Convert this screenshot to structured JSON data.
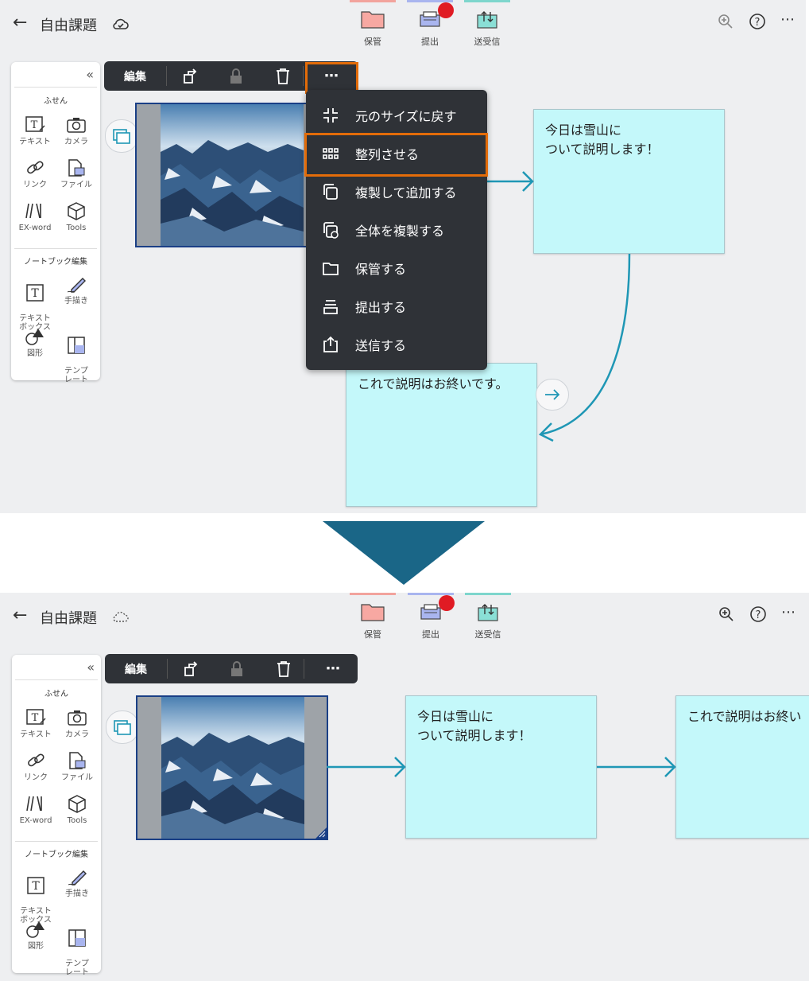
{
  "colors": {
    "canvas_bg": "#eeeff1",
    "toolbar_bg": "#2f3237",
    "sticky_bg": "#c4f8fa",
    "connector": "#1f97b5",
    "highlight": "#e36c09",
    "arrow_fill": "#1a6687",
    "tab_storage": "#f2a39d",
    "tab_submit": "#a9b5ef",
    "tab_send": "#7ed6cd",
    "notification": "#e01b24"
  },
  "before": {
    "app": {
      "title": "自由課題",
      "back_icon": "arrow-left-icon",
      "cloud_icon": "cloud-check-icon"
    },
    "nav": [
      {
        "label": "保管",
        "icon": "folder-icon"
      },
      {
        "label": "提出",
        "icon": "tray-icon"
      },
      {
        "label": "送受信",
        "icon": "send-receive-icon"
      }
    ],
    "sidebar": {
      "collapse_icon": "double-chevron-left-icon",
      "section1": "ふせん",
      "tools1": [
        {
          "label": "テキスト",
          "icon": "text-card-icon"
        },
        {
          "label": "カメラ",
          "icon": "camera-icon"
        },
        {
          "label": "リンク",
          "icon": "link-icon"
        },
        {
          "label": "ファイル",
          "icon": "file-icon"
        },
        {
          "label": "EX-word",
          "icon": "dictionary-icon"
        },
        {
          "label": "Tools",
          "icon": "box-icon"
        }
      ],
      "section2": "ノートブック編集",
      "tools2": [
        {
          "label": "テキスト\nボックス",
          "icon": "textbox-icon"
        },
        {
          "label": "手描き",
          "icon": "pen-icon"
        },
        {
          "label": "図形",
          "icon": "shapes-icon"
        },
        {
          "label": "テンプ\nレート",
          "icon": "template-icon"
        }
      ]
    },
    "toolbar": {
      "edit_label": "編集"
    },
    "menu": {
      "items": [
        {
          "label": "元のサイズに戻す",
          "icon": "shrink-icon"
        },
        {
          "label": "整列させる",
          "icon": "grid-icon"
        },
        {
          "label": "複製して追加する",
          "icon": "duplicate-icon"
        },
        {
          "label": "全体を複製する",
          "icon": "duplicate-all-icon"
        },
        {
          "label": "保管する",
          "icon": "folder-outline-icon"
        },
        {
          "label": "提出する",
          "icon": "submit-tray-icon"
        },
        {
          "label": "送信する",
          "icon": "send-box-icon"
        }
      ]
    },
    "sticky1": {
      "line1": "今日は雪山に",
      "line2": "ついて説明します！"
    },
    "sticky2": {
      "line1": "これで説明はお終いです。"
    }
  },
  "after": {
    "app": {
      "title": "自由課題"
    },
    "nav": [
      {
        "label": "保管"
      },
      {
        "label": "提出"
      },
      {
        "label": "送受信"
      }
    ],
    "sidebar": {
      "section1": "ふせん",
      "tools1": [
        {
          "label": "テキスト"
        },
        {
          "label": "カメラ"
        },
        {
          "label": "リンク"
        },
        {
          "label": "ファイル"
        },
        {
          "label": "EX-word"
        },
        {
          "label": "Tools"
        }
      ],
      "section2": "ノートブック編集",
      "tools2": [
        {
          "label": "テキスト\nボックス"
        },
        {
          "label": "手描き"
        },
        {
          "label": "図形"
        },
        {
          "label": "テンプ\nレート"
        }
      ]
    },
    "toolbar": {
      "edit_label": "編集"
    },
    "sticky1": {
      "line1": "今日は雪山に",
      "line2": "ついて説明します！"
    },
    "sticky2": {
      "line1": "これで説明はお終い"
    }
  }
}
